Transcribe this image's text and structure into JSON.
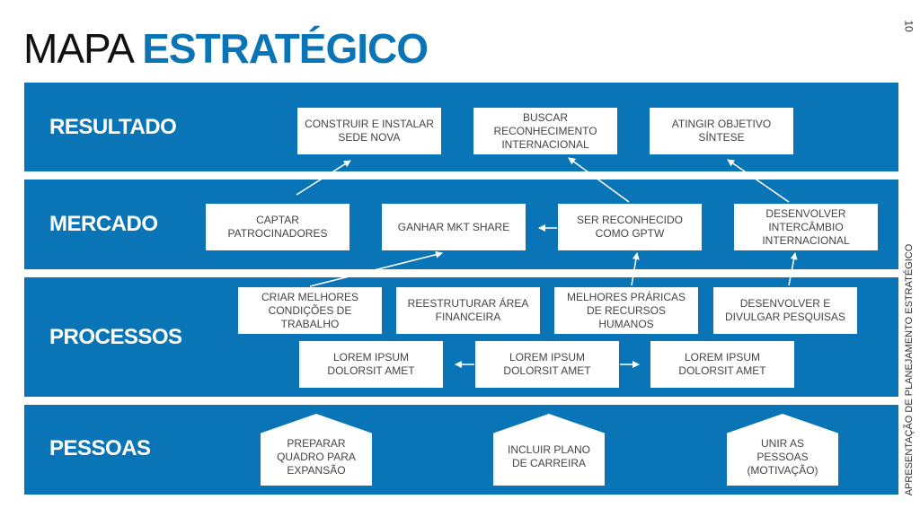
{
  "title": {
    "light": "MAPA ",
    "bold": "ESTRATÉGICO"
  },
  "page_number": "10",
  "side_label": "APRESENTAÇÃO DE PLANEJAMENTO ESTRATÉGICO",
  "colors": {
    "band": "#0a75b6",
    "box": "#ffffff",
    "box_text": "#444444"
  },
  "bands": {
    "resultado": "RESULTADO",
    "mercado": "MERCADO",
    "processos": "PROCESSOS",
    "pessoas": "PESSOAS"
  },
  "resultado": {
    "sede": "CONSTRUIR E INSTALAR SEDE NOVA",
    "reconhecimento": "BUSCAR RECONHECIMENTO INTERNACIONAL",
    "objetivo": "ATINGIR OBJETIVO SÍNTESE"
  },
  "mercado": {
    "patrocinadores": "CAPTAR PATROCINADORES",
    "mkt_share": "GANHAR MKT SHARE",
    "gptw": "SER RECONHECIDO COMO GPTW",
    "intercambio": "DESENVOLVER INTERCÂMBIO INTERNACIONAL"
  },
  "processos": {
    "condicoes": "CRIAR MELHORES CONDIÇÕES DE TRABALHO",
    "financeira": "REESTRUTURAR ÁREA FINANCEIRA",
    "rh": "MELHORES PRÁRICAS DE RECURSOS HUMANOS",
    "pesquisas": "DESENVOLVER E DIVULGAR PESQUISAS",
    "lorem_left": "LOREM IPSUM DOLORSIT AMET",
    "lorem_center": "LOREM IPSUM DOLORSIT AMET",
    "lorem_right": "LOREM IPSUM DOLORSIT AMET"
  },
  "pessoas": {
    "quadro": "PREPARAR QUADRO PARA EXPANSÃO",
    "carreira": "INCLUIR PLANO DE CARREIRA",
    "motivacao": "UNIR AS PESSOAS (MOTIVAÇÃO)"
  }
}
